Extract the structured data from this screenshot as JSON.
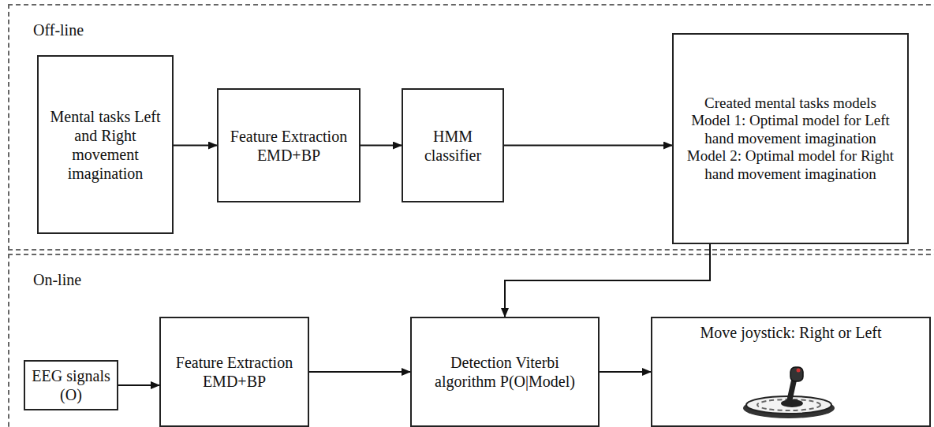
{
  "diagram": {
    "nodes": [
      {
        "text": [
          "Off-line"
        ]
      },
      {
        "text": [
          "Mental tasks Left and Right movement imagination"
        ],
        "in": 0
      },
      {
        "text": [
          "Feature Extraction EMD+BP"
        ],
        "in": 0
      },
      {
        "text": [
          "HMM classifier"
        ],
        "in": 0
      },
      {
        "text": [
          "Created mental tasks models",
          "Model 1: Optimal model for Left hand movement imagination",
          "Model 2: Optimal model for Right hand movement imagination"
        ],
        "in": 0
      },
      {
        "text": [
          "On-line"
        ]
      },
      {
        "text": [
          "EEG signals (O)"
        ],
        "in": 5
      },
      {
        "text": [
          "Feature Extraction EMD+BP"
        ],
        "in": 5
      },
      {
        "text": [
          "Detection Viterbi algorithm P(O|Model)"
        ],
        "in": 5
      },
      {
        "text": [
          "Move joystick: Right or Left"
        ],
        "in": 5
      }
    ],
    "edges": [
      {
        "from": 1,
        "to": 2,
        "arrow": "to"
      },
      {
        "from": 2,
        "to": 3,
        "arrow": "to"
      },
      {
        "from": 3,
        "to": 4,
        "arrow": "to"
      },
      {
        "from": 4,
        "to": 8,
        "arrow": "to"
      },
      {
        "from": 6,
        "to": 7,
        "arrow": "to"
      },
      {
        "from": 7,
        "to": 8,
        "arrow": "to"
      },
      {
        "from": 8,
        "to": 9,
        "arrow": "to"
      }
    ]
  }
}
